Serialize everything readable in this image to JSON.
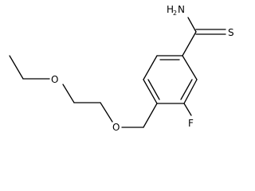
{
  "molecule": {
    "atoms": {
      "amine": {
        "main": "H",
        "sub": "2",
        "tail": "N"
      },
      "thione": "S",
      "fluoro": "F",
      "ether_ring_side": "O",
      "ether_ethyl_side": "O"
    }
  }
}
